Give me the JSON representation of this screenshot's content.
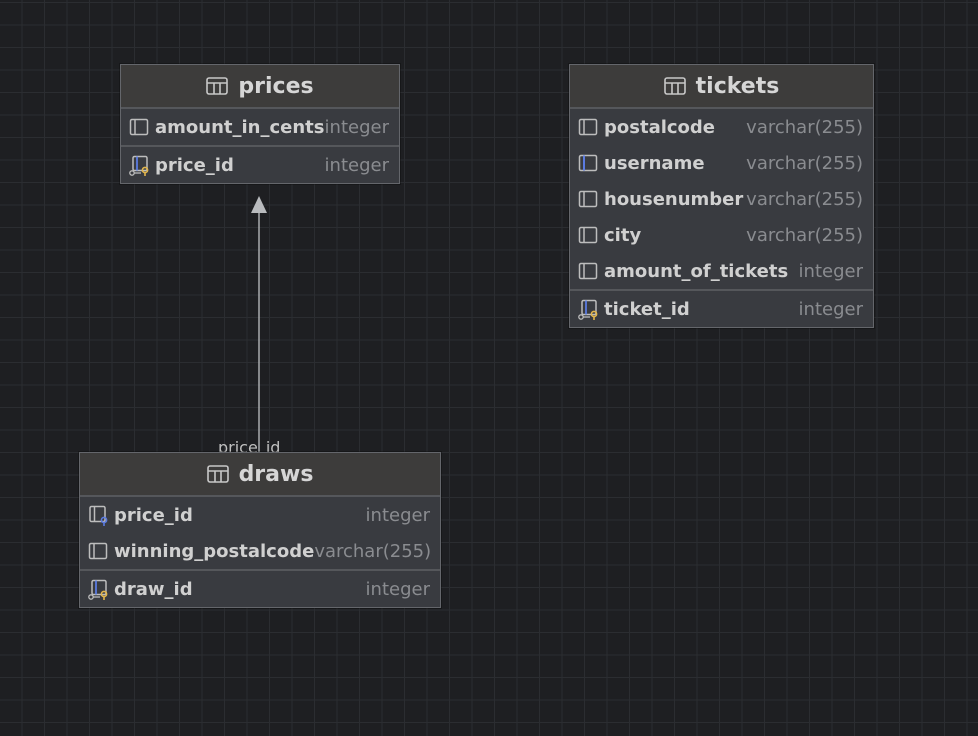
{
  "tables": {
    "prices": {
      "name": "prices",
      "columns": [
        {
          "name": "amount_in_cents",
          "type": "integer",
          "icon": "column-icon"
        },
        {
          "name": "price_id",
          "type": "integer",
          "icon": "primary-key-icon"
        }
      ]
    },
    "tickets": {
      "name": "tickets",
      "columns": [
        {
          "name": "postalcode",
          "type": "varchar(255)",
          "icon": "column-icon"
        },
        {
          "name": "username",
          "type": "varchar(255)",
          "icon": "unique-column-icon"
        },
        {
          "name": "housenumber",
          "type": "varchar(255)",
          "icon": "column-icon"
        },
        {
          "name": "city",
          "type": "varchar(255)",
          "icon": "column-icon"
        },
        {
          "name": "amount_of_tickets",
          "type": "integer",
          "icon": "column-icon"
        },
        {
          "name": "ticket_id",
          "type": "integer",
          "icon": "primary-key-icon"
        }
      ]
    },
    "draws": {
      "name": "draws",
      "columns": [
        {
          "name": "price_id",
          "type": "integer",
          "icon": "foreign-key-icon"
        },
        {
          "name": "winning_postalcode",
          "type": "varchar(255)",
          "icon": "column-icon"
        },
        {
          "name": "draw_id",
          "type": "integer",
          "icon": "primary-key-icon"
        }
      ]
    }
  },
  "relations": [
    {
      "from": "draws",
      "to": "prices",
      "label": "price_id"
    }
  ],
  "colors": {
    "background": "#1e1f22",
    "table_body": "#393b40",
    "table_header": "#3d3c3b",
    "key_gold": "#e2b64c",
    "fk_blue": "#5b7be0"
  }
}
